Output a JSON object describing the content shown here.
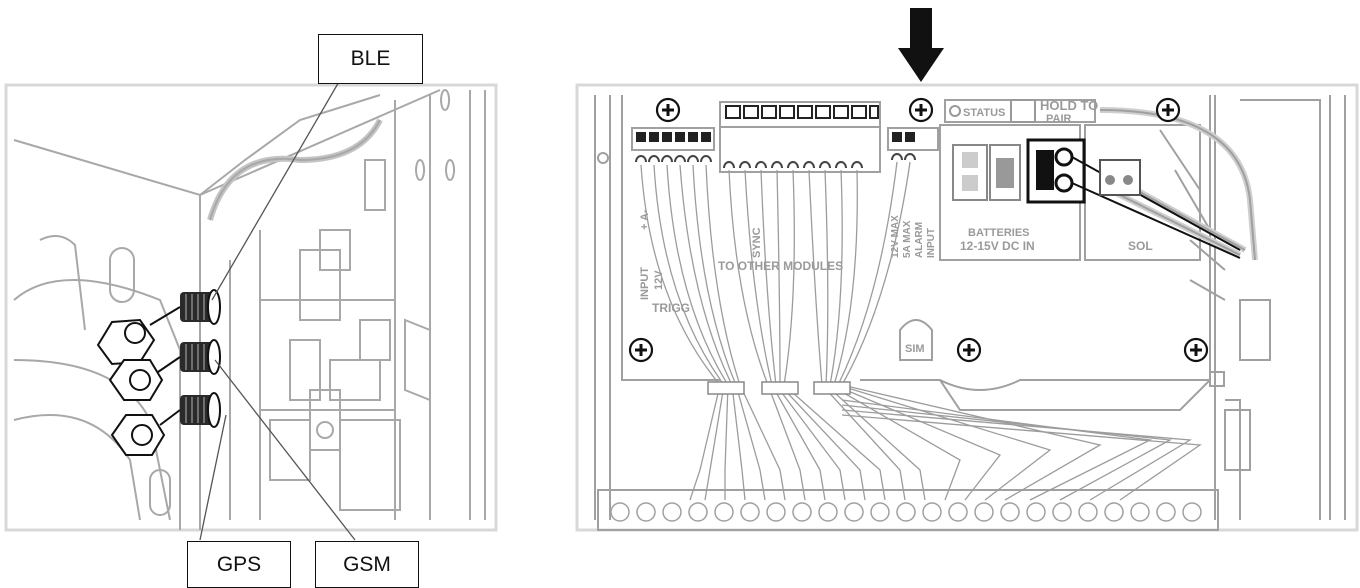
{
  "left_panel": {
    "callouts": {
      "ble": "BLE",
      "gps": "GPS",
      "gsm": "GSM"
    }
  },
  "right_panel": {
    "labels": {
      "status": "STATUS",
      "hold_to_pair_1": "HOLD TO",
      "hold_to_pair_2": "PAIR",
      "batteries_1": "BATTERIES",
      "batteries_2": "12-15V DC IN",
      "solar": "SOL",
      "trigger": "TRIGG",
      "to_other_modules": "TO OTHER MODULES",
      "input_v": "INPUT",
      "plus_a": "+ A-",
      "v12": "12V",
      "sync": "SYNC",
      "max": "12V MAX",
      "max2": "5A MAX",
      "alarm": "ALARM",
      "alarm_input": "INPUT",
      "sim": "SIM"
    }
  },
  "colors": {
    "line": "#9a9a9a",
    "dark": "#111111",
    "connector": "#1a1a1a"
  }
}
